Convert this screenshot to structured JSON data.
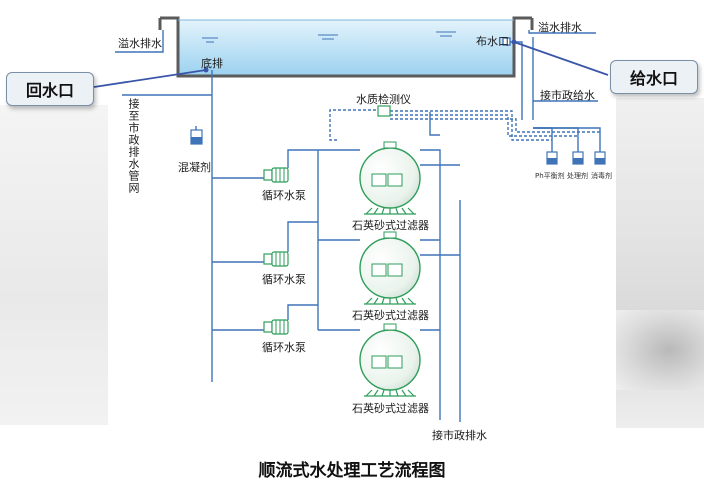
{
  "title": "顺流式水处理工艺流程图",
  "callouts": {
    "return_inlet": "回水口",
    "supply_outlet": "给水口"
  },
  "labels": {
    "overflow_left": "溢水排水",
    "overflow_right": "溢水排水",
    "main_drain": "底排",
    "distribution_outlet": "布水口",
    "municipal_supply": "接市政给水",
    "municipal_drain_pipe": "接至市政排水管网",
    "water_quality_monitor": "水质检测仪",
    "coagulant": "混凝剂",
    "ph_adjuster": "Ph平衡剂",
    "treatment_agent": "处理剂",
    "disinfectant": "消毒剂",
    "pump_1": "循环水泵",
    "pump_2": "循环水泵",
    "pump_3": "循环水泵",
    "filter_1": "石英砂式过滤器",
    "filter_2": "石英砂式过滤器",
    "filter_3": "石英砂式过滤器",
    "municipal_drain": "接市政排水"
  },
  "colors": {
    "pipe": "#3f74b8",
    "water_top": "#d8eefa",
    "water_bottom": "#9fd3f1",
    "tank_wall": "#5b5b5b",
    "equipment": "#2f9e5b",
    "callout_bg": "#ecf1f6"
  }
}
